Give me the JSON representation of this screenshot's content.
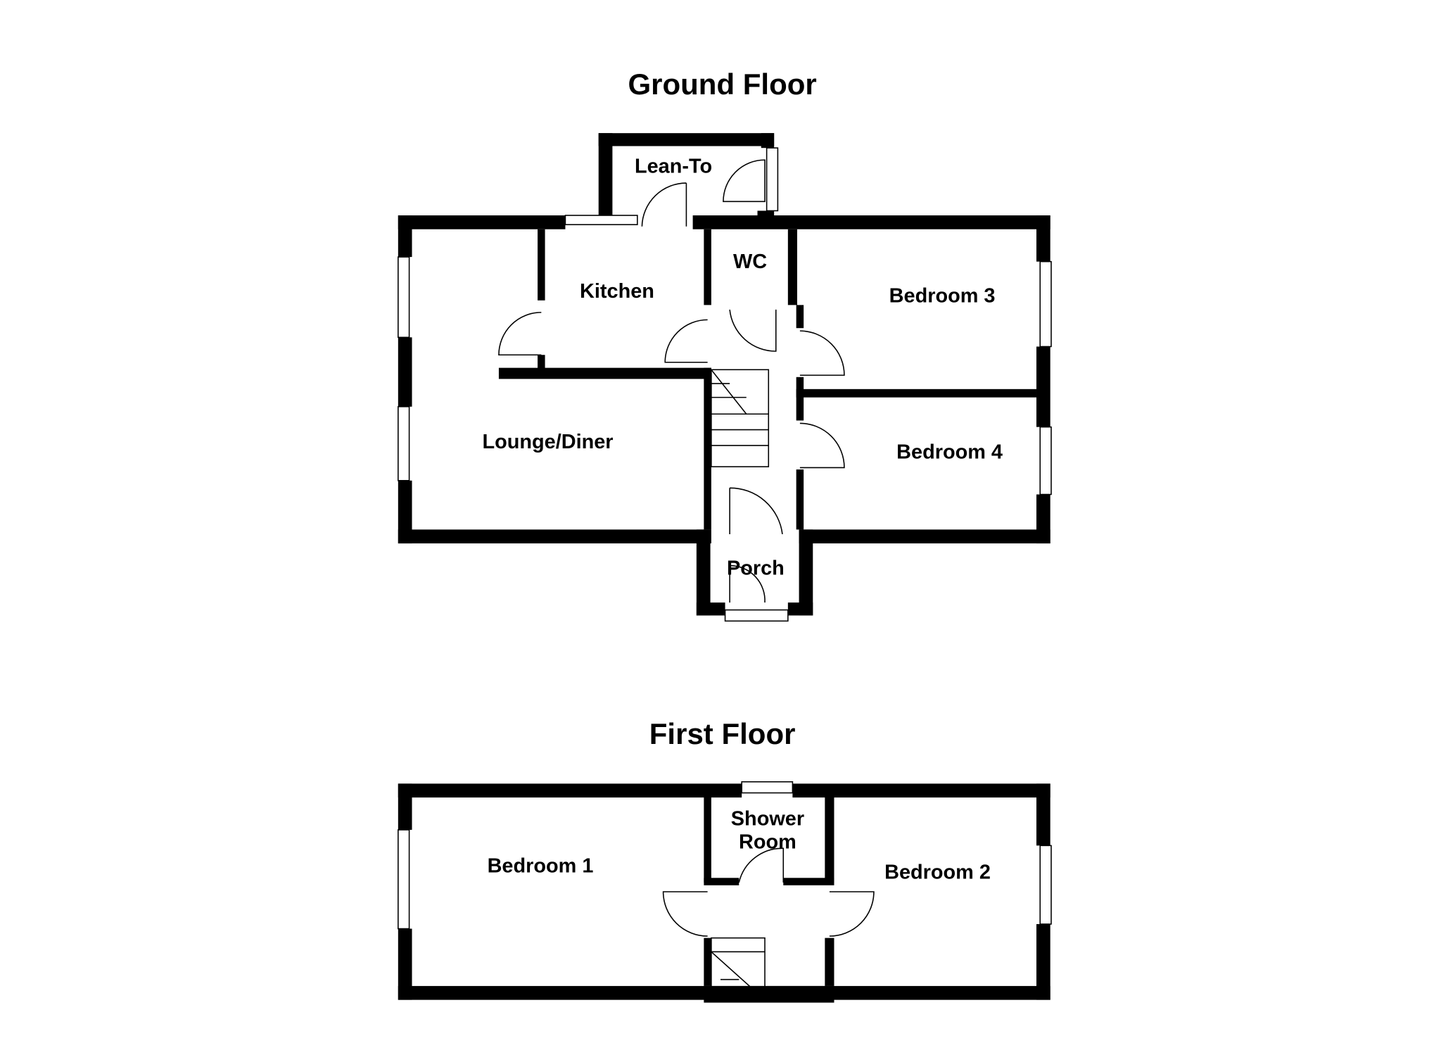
{
  "ground_floor": {
    "title": "Ground Floor",
    "rooms": {
      "lean_to": "Lean-To",
      "kitchen": "Kitchen",
      "wc": "WC",
      "bedroom3": "Bedroom 3",
      "lounge_diner": "Lounge/Diner",
      "bedroom4": "Bedroom 4",
      "porch": "Porch"
    }
  },
  "first_floor": {
    "title": "First Floor",
    "rooms": {
      "shower_room_line1": "Shower",
      "shower_room_line2": "Room",
      "bedroom1": "Bedroom 1",
      "bedroom2": "Bedroom 2"
    }
  }
}
